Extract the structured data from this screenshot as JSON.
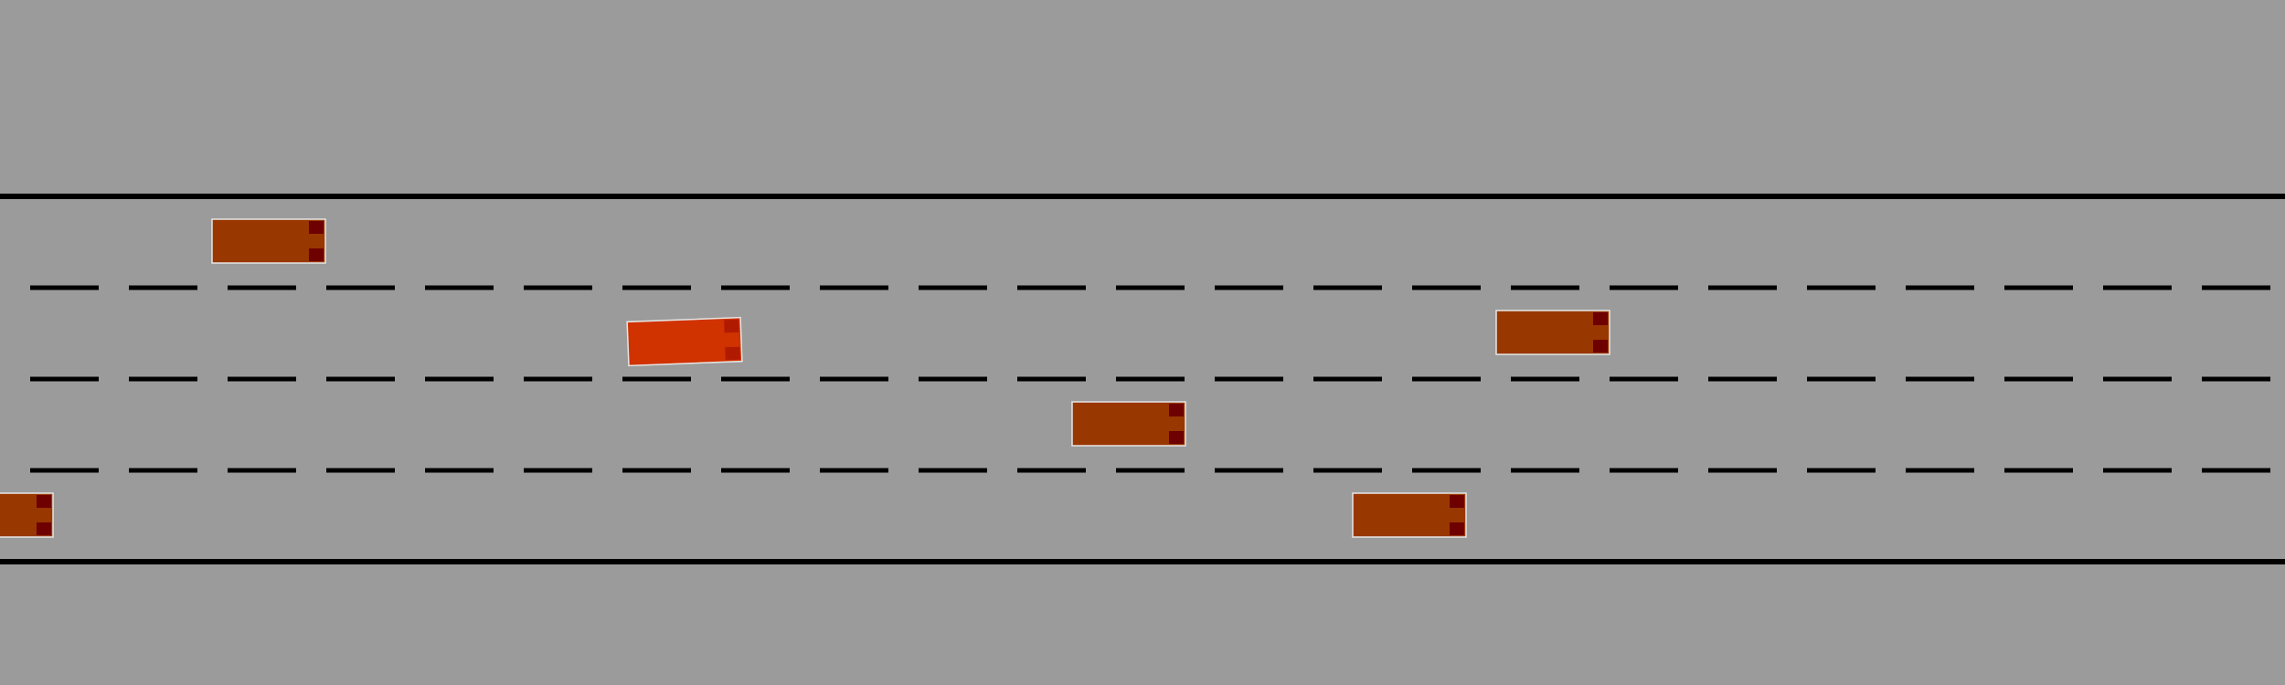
{
  "scene": {
    "type": "highway-driving-simulation",
    "view": "top-down",
    "lane_count": 4,
    "colors": {
      "background": "#9b9b9b",
      "road_surface": "#9b9b9b",
      "lane_lines": "#000000",
      "ego_vehicle": "#d03200",
      "other_vehicle": "#993700",
      "vehicle_outline": "#ffffff",
      "tail_lights": "#6e0000"
    },
    "ego_vehicle": {
      "name": "ego-vehicle",
      "lane": 2,
      "heading": "slightly-left"
    },
    "vehicles": [
      {
        "name": "vehicle-lane1-a",
        "lane": 1
      },
      {
        "name": "vehicle-lane2-a",
        "lane": 2
      },
      {
        "name": "vehicle-lane3-a",
        "lane": 3
      },
      {
        "name": "vehicle-lane4-a",
        "lane": 4
      },
      {
        "name": "vehicle-lane4-b",
        "lane": 4
      }
    ]
  }
}
